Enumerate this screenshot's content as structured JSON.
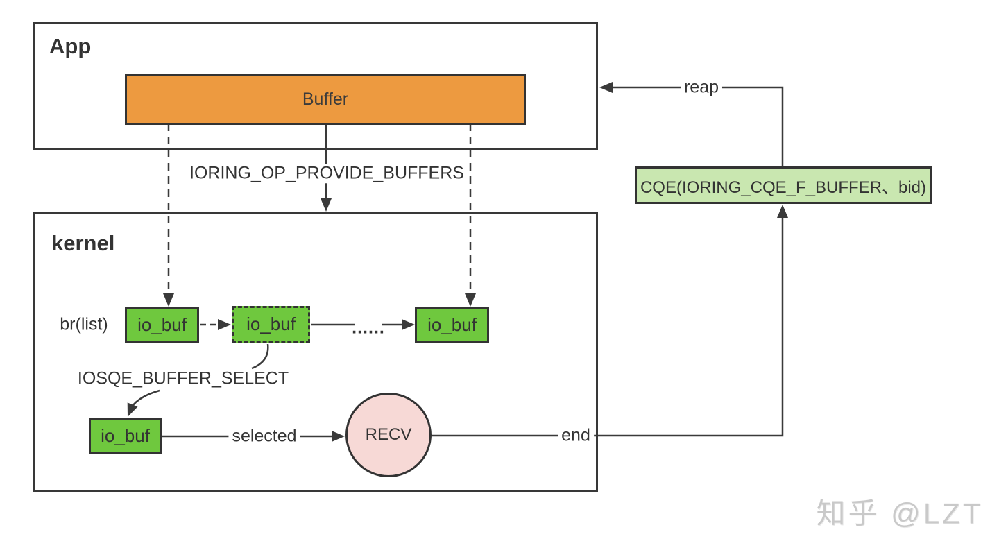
{
  "diagram": {
    "title_context": "io_uring provided buffers flow",
    "app": {
      "label": "App",
      "buffer_label": "Buffer"
    },
    "flow": {
      "provide_buffers_label": "IORING_OP_PROVIDE_BUFFERS",
      "reap_label": "reap",
      "cqe_label": "CQE(IORING_CQE_F_BUFFER、bid)"
    },
    "kernel": {
      "label": "kernel",
      "br_list_label": "br(list)",
      "io_buf_labels": [
        "io_buf",
        "io_buf",
        "io_buf",
        "io_buf"
      ],
      "ellipsis": "......",
      "iosqe_label": "IOSQE_BUFFER_SELECT",
      "selected_label": "selected",
      "recv_label": "RECV",
      "end_label": "end"
    },
    "watermark": "知乎 @LZT",
    "colors": {
      "line": "#3a3a3a",
      "buffer_orange": "#ED9A40",
      "io_buf_green": "#6FC83E",
      "cqe_light_green": "#C9E7B0",
      "recv_pink": "#F7D9D6",
      "text": "#333333",
      "watermark_gray": "#c9c9c9",
      "background": "#ffffff"
    }
  }
}
